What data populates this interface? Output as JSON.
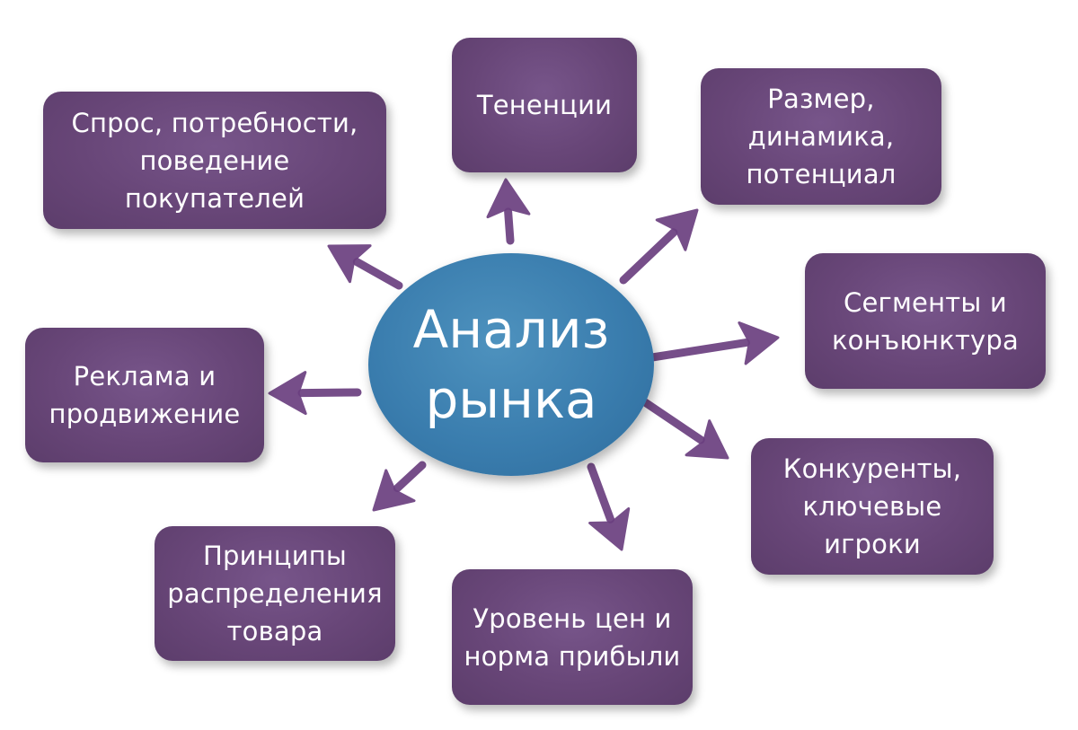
{
  "center": {
    "label": "Анализ\nрынка",
    "color": "#3a7dae"
  },
  "nodes": [
    {
      "id": "demand",
      "label": "Спрос, потребности,\nповедение покупателей"
    },
    {
      "id": "trends",
      "label": "Тененции"
    },
    {
      "id": "size",
      "label": "Размер,\nдинамика,\nпотенциал"
    },
    {
      "id": "segments",
      "label": "Сегменты и\nконъюнктура"
    },
    {
      "id": "competitors",
      "label": "Конкуренты,\nключевые\nигроки"
    },
    {
      "id": "price",
      "label": "Уровень цен и\nнорма прибыли"
    },
    {
      "id": "distribution",
      "label": "Принципы\nраспределения\nтовара"
    },
    {
      "id": "advertising",
      "label": "Реклама и\nпродвижение"
    }
  ],
  "colors": {
    "node_fill": "#6b4a79",
    "arrow": "#6b3f80",
    "center_fill": "#3a7dae",
    "text": "#ffffff"
  }
}
